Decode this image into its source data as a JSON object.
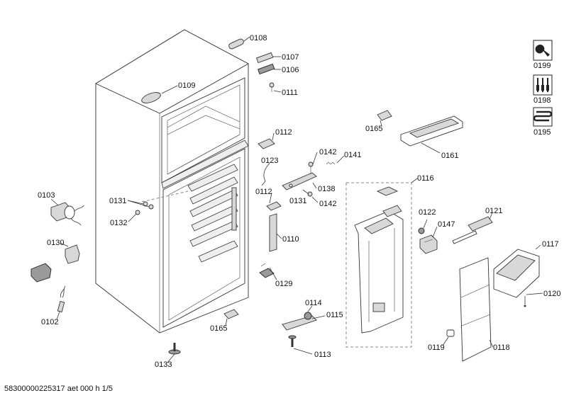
{
  "footer": "58300000225317 aet 000 h 1/5",
  "labels": {
    "p0108": "0108",
    "p0107": "0107",
    "p0106": "0106",
    "p0109": "0109",
    "p0111": "0111",
    "p0112a": "0112",
    "p0123": "0123",
    "p0142a": "0142",
    "p0141": "0141",
    "p0112b": "0112",
    "p0138": "0138",
    "p0131b": "0131",
    "p0142b": "0142",
    "p0103": "0103",
    "p0131a": "0131",
    "p0132": "0132",
    "p0110": "0110",
    "p0130": "0130",
    "p0129": "0129",
    "p0102": "0102",
    "p0165a": "0165",
    "p0133": "0133",
    "p0114": "0114",
    "p0115": "0115",
    "p0113": "0113",
    "p0116": "0116",
    "p0122": "0122",
    "p0147": "0147",
    "p0121": "0121",
    "p0117": "0117",
    "p0120": "0120",
    "p0119": "0119",
    "p0118": "0118",
    "p0165b": "0165",
    "p0161": "0161",
    "p0199": "0199",
    "p0198": "0198",
    "p0195": "0195"
  }
}
